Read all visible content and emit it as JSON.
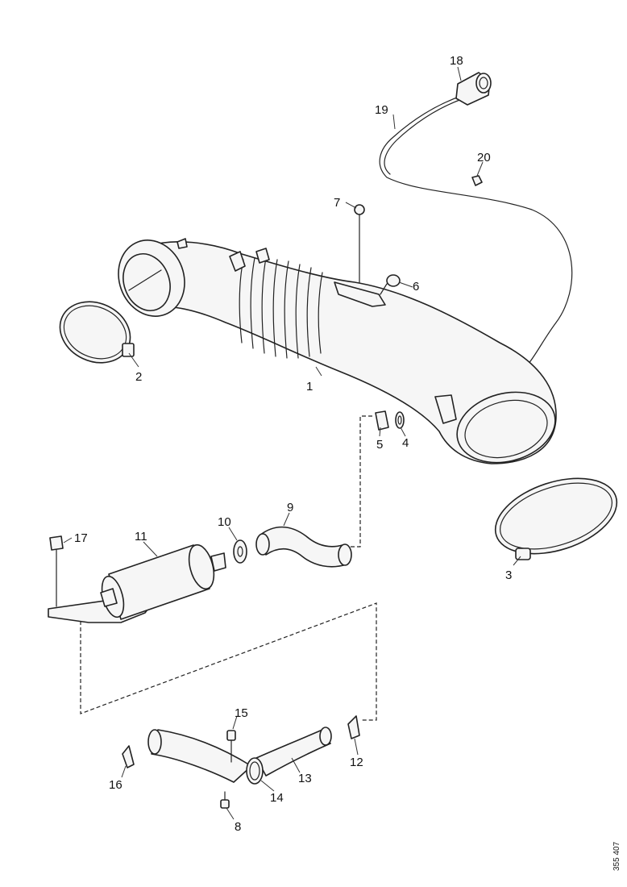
{
  "callouts": {
    "c1": "1",
    "c2": "2",
    "c3": "3",
    "c4": "4",
    "c5": "5",
    "c6": "6",
    "c7": "7",
    "c8": "8",
    "c9": "9",
    "c10": "10",
    "c11": "11",
    "c12": "12",
    "c13": "13",
    "c14": "14",
    "c15": "15",
    "c16": "16",
    "c17": "17",
    "c18": "18",
    "c19": "19",
    "c20": "20"
  },
  "reference_code": "355 407"
}
